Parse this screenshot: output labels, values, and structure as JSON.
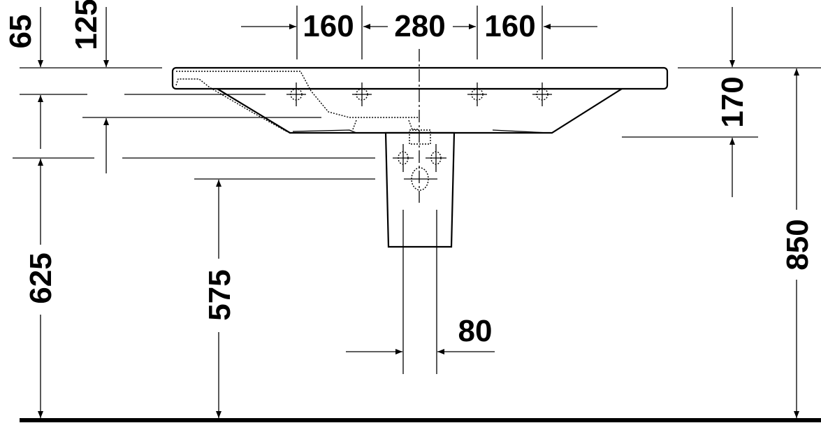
{
  "drawing": {
    "dimensions": {
      "tap_spacing_left": "160",
      "tap_spacing_center": "280",
      "tap_spacing_right": "160",
      "rim_to_tap_hole_a": "65",
      "rim_to_tap_hole_b": "125",
      "basin_height": "170",
      "overall_height": "850",
      "waste_height": "625",
      "supply_height": "575",
      "supply_spacing": "80"
    },
    "line_color": "#000000",
    "background": "#ffffff"
  }
}
